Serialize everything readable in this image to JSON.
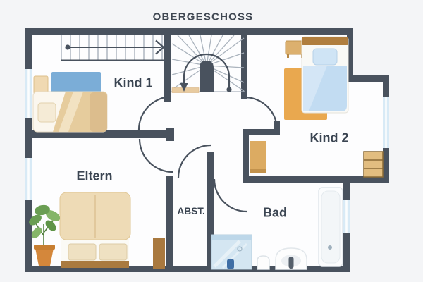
{
  "title": "OBERGESCHOSS",
  "rooms": {
    "kind1": {
      "label": "Kind 1"
    },
    "kind2": {
      "label": "Kind 2"
    },
    "eltern": {
      "label": "Eltern"
    },
    "abstellraum": {
      "label": "ABST."
    },
    "bad": {
      "label": "Bad"
    }
  },
  "colors": {
    "wall": "#49525e",
    "floor": "#fdfdfe",
    "background": "#f4f5f7",
    "window_glass": "#d8eaf6",
    "label_text": "#3b4552",
    "accent_blue_rug": "#7badd7",
    "accent_blue_duvet": "#c2dcf2",
    "accent_orange_rug": "#e9a84f",
    "accent_tan_bed": "#ecd9b5",
    "wood_brown": "#ab7b3f",
    "plant_green": "#6a9e53",
    "pot_orange": "#d4873b",
    "shower_handle_blue": "#3f6ea5"
  },
  "furniture": {
    "kind1": [
      "single-bed",
      "blue-rug",
      "side-table"
    ],
    "kind2": [
      "single-bed",
      "orange-rug",
      "side-table",
      "shelf",
      "dresser"
    ],
    "eltern": [
      "double-bed",
      "potted-plant",
      "dresser"
    ],
    "bad": [
      "shower",
      "toilet",
      "washbasin",
      "bathtub"
    ],
    "circulation": [
      "straight-staircase",
      "winder-staircase",
      "door-swings"
    ]
  }
}
